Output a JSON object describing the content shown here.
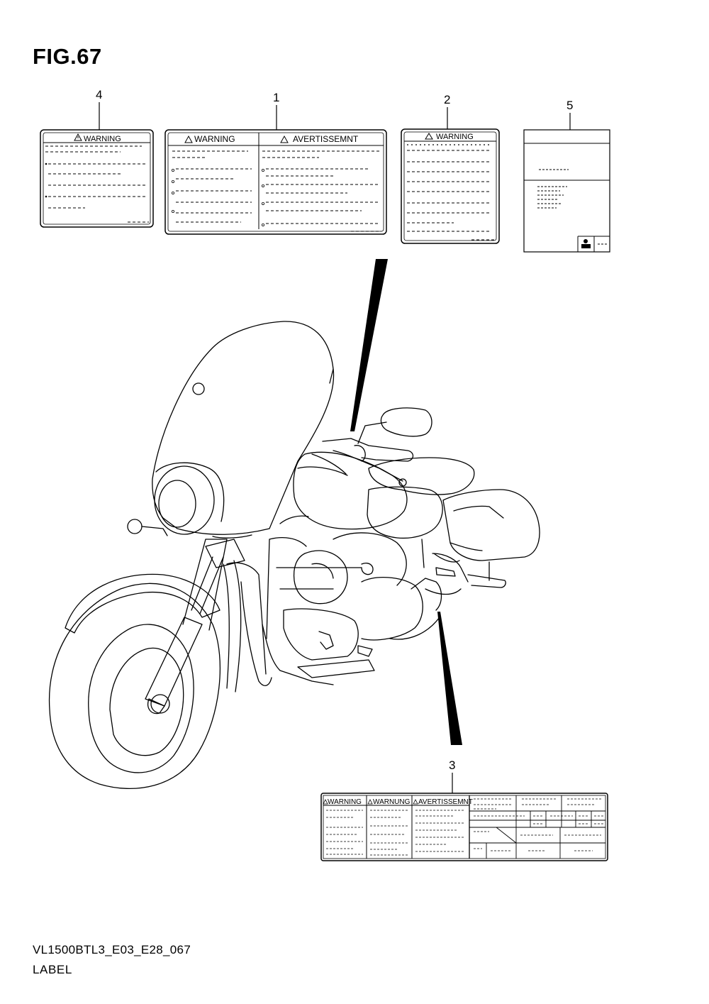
{
  "figure": {
    "title": "FIG.67"
  },
  "callouts": {
    "n1": "1",
    "n2": "2",
    "n3": "3",
    "n4": "4",
    "n5": "5"
  },
  "labels": {
    "warning": "WARNING",
    "avertissement": "AVERTISSEMNT",
    "warnung": "WARNUNG",
    "warning_cut": "WARNING"
  },
  "footer": {
    "model_code": "VL1500BTL3_E03_E28_067",
    "caption": "LABEL"
  },
  "icons": [
    "warning-triangle-icon",
    "rider-icon"
  ]
}
